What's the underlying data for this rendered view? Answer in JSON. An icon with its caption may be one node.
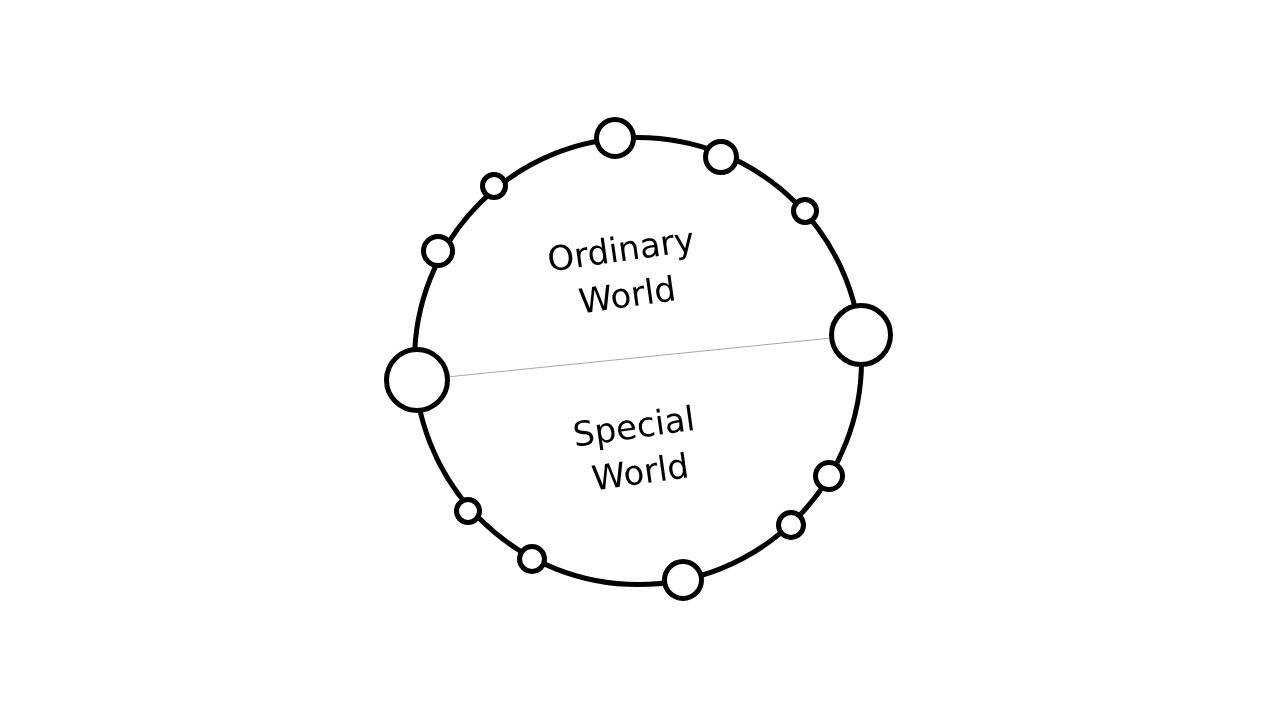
{
  "diagram": {
    "nodes": [
      {
        "text": [
          "Ordinary World"
        ]
      },
      {
        "text": [
          "Special World"
        ]
      },
      {
        "text": [],
        "shape": "circle"
      },
      {
        "text": [],
        "shape": "circle"
      },
      {
        "text": [],
        "shape": "circle"
      },
      {
        "text": [],
        "shape": "circle"
      },
      {
        "text": [],
        "shape": "circle"
      },
      {
        "text": [],
        "shape": "circle"
      },
      {
        "text": [],
        "shape": "circle"
      },
      {
        "text": [],
        "shape": "circle"
      },
      {
        "text": [],
        "shape": "circle"
      },
      {
        "text": [],
        "shape": "circle"
      },
      {
        "text": [],
        "shape": "circle"
      },
      {
        "text": [],
        "shape": "circle"
      }
    ],
    "edges": [
      {
        "from": 2,
        "to": 13,
        "arrow": "none"
      }
    ]
  }
}
